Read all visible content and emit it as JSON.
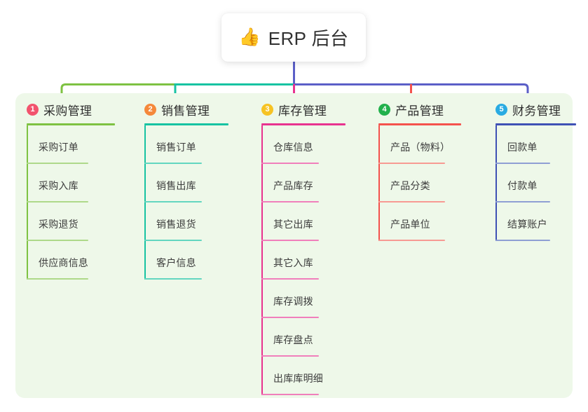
{
  "diagram": {
    "root": {
      "icon": "thumbs-up-icon",
      "icon_glyph": "👍",
      "label": "ERP 后台"
    },
    "panel_color": "#eef8e9",
    "columns": [
      {
        "number": "1",
        "title": "采购管理",
        "badge_color": "#f2536d",
        "line_color": "#7ec242",
        "rule_color": "#7ec242",
        "item_rule_color": "#aed98a",
        "connector_color": "#7ec242",
        "items": [
          {
            "label": "采购订单"
          },
          {
            "label": "采购入库"
          },
          {
            "label": "采购退货"
          },
          {
            "label": "供应商信息"
          }
        ]
      },
      {
        "number": "2",
        "title": "销售管理",
        "badge_color": "#f5893b",
        "line_color": "#17c3a2",
        "rule_color": "#17c3a2",
        "item_rule_color": "#63d6c0",
        "connector_color": "#17c3a2",
        "items": [
          {
            "label": "销售订单"
          },
          {
            "label": "销售出库"
          },
          {
            "label": "销售退货"
          },
          {
            "label": "客户信息"
          }
        ]
      },
      {
        "number": "3",
        "title": "库存管理",
        "badge_color": "#f6c324",
        "line_color": "#e8338f",
        "rule_color": "#e8338f",
        "item_rule_color": "#f07fbb",
        "connector_color": "#e8338f",
        "items": [
          {
            "label": "仓库信息"
          },
          {
            "label": "产品库存"
          },
          {
            "label": "其它出库"
          },
          {
            "label": "其它入库"
          },
          {
            "label": "库存调拨"
          },
          {
            "label": "库存盘点"
          },
          {
            "label": "出库库明细"
          }
        ]
      },
      {
        "number": "4",
        "title": "产品管理",
        "badge_color": "#22b14c",
        "line_color": "#f4524d",
        "rule_color": "#f4524d",
        "item_rule_color": "#f79a93",
        "connector_color": "#f4524d",
        "items": [
          {
            "label": "产品（物料）"
          },
          {
            "label": "产品分类"
          },
          {
            "label": "产品单位"
          }
        ]
      },
      {
        "number": "5",
        "title": "财务管理",
        "badge_color": "#29abe2",
        "line_color": "#3f51b5",
        "rule_color": "#3f51b5",
        "item_rule_color": "#8f9fd4",
        "connector_color": "#5b5fc7",
        "items": [
          {
            "label": "回款单"
          },
          {
            "label": "付款单"
          },
          {
            "label": "结算账户"
          }
        ]
      }
    ]
  }
}
